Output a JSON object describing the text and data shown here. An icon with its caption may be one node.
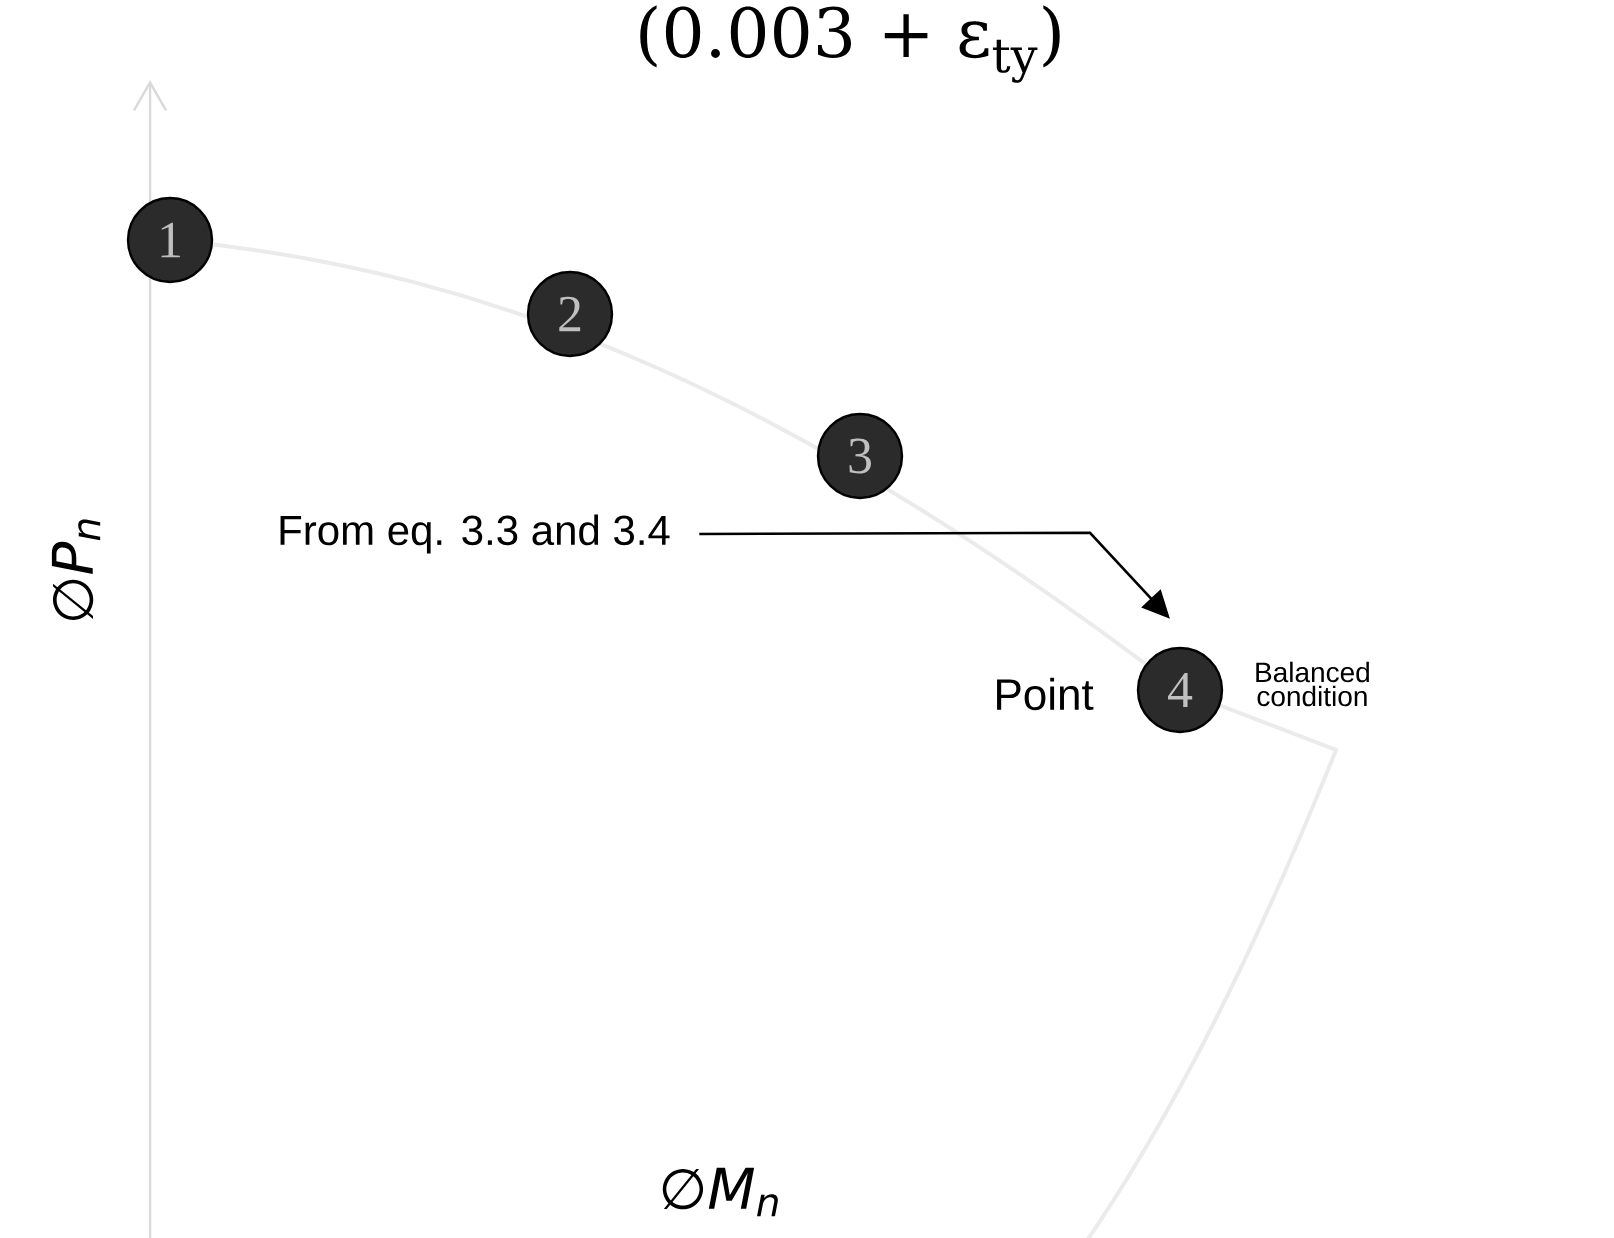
{
  "diagram": {
    "nodes": [
      {
        "text": [
          "1"
        ]
      },
      {
        "text": [
          "2"
        ]
      },
      {
        "text": [
          "3"
        ]
      },
      {
        "text": [
          "From eq. 3.3  and 3.4"
        ]
      },
      {
        "text": [
          "4"
        ],
        "beside": [
          "Point",
          "Balanced condition"
        ]
      }
    ],
    "edges": [
      {
        "from": 3,
        "to": 4,
        "arrow": "to"
      }
    ],
    "labels": [
      "(0.003 + ε$_{ty}$)",
      "∅P$_{n}$",
      "∅M$_{n}$"
    ]
  }
}
